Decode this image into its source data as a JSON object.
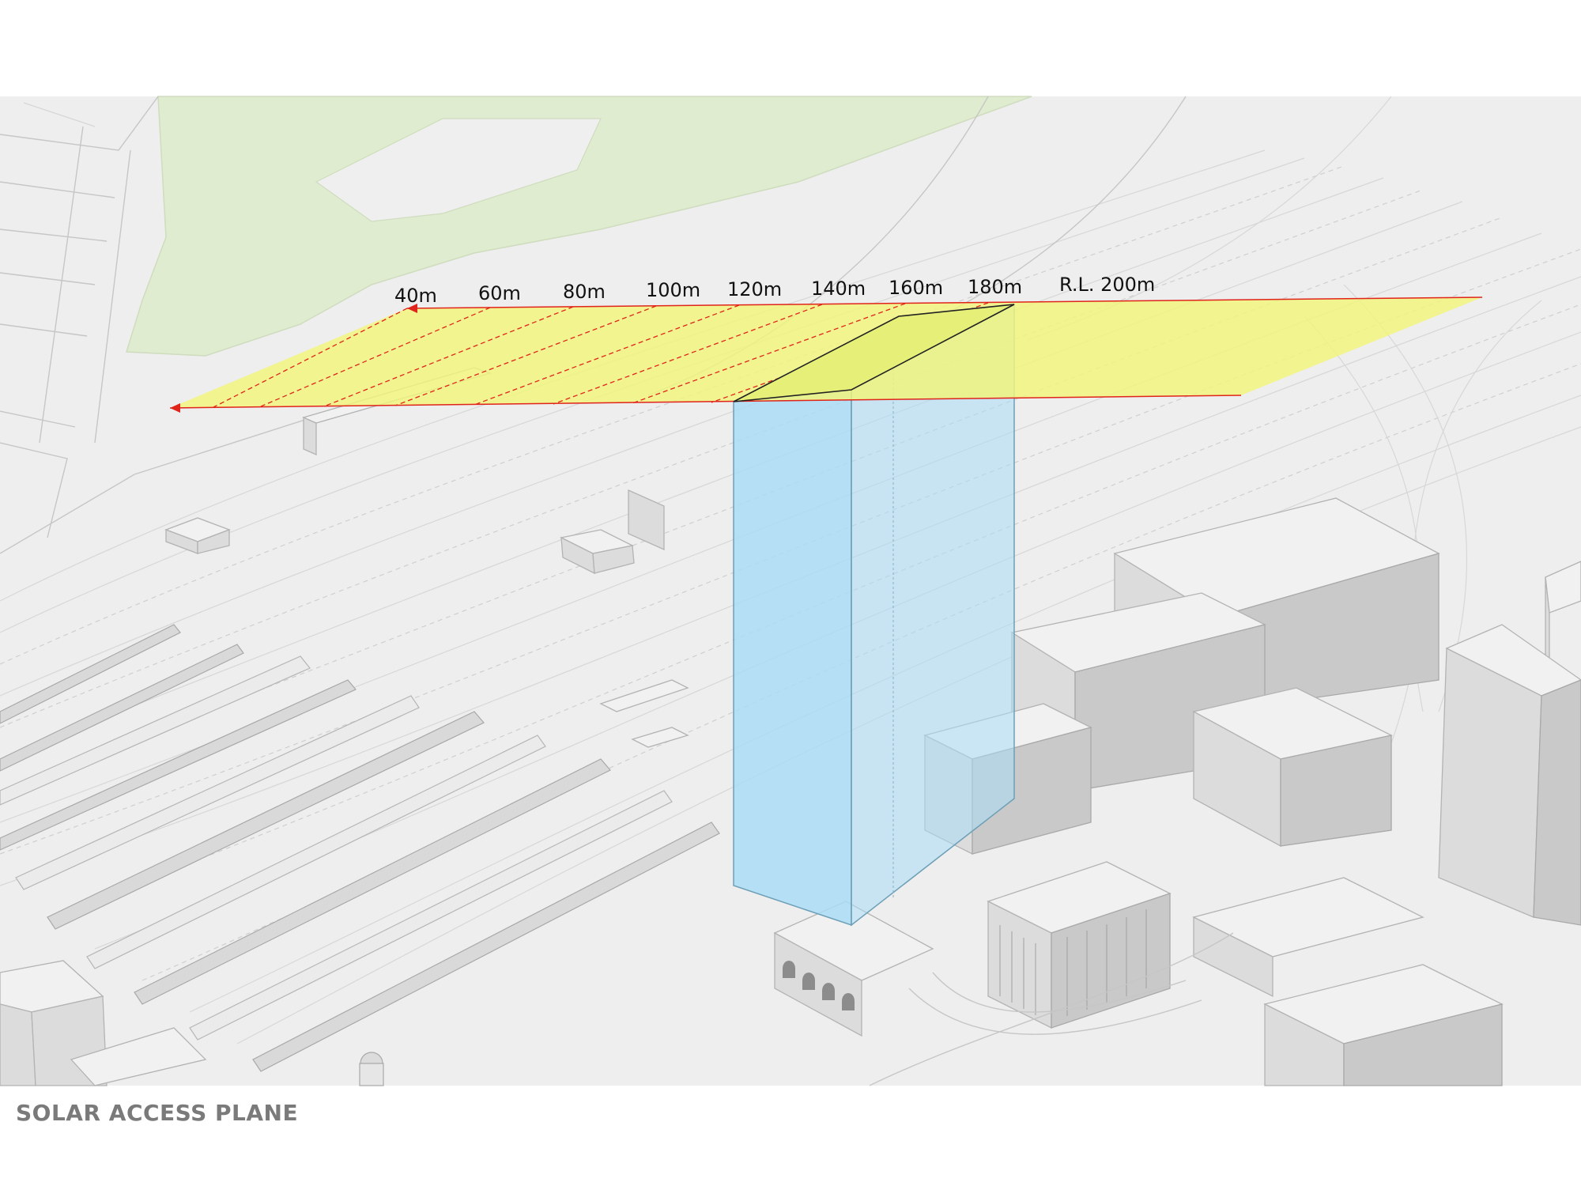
{
  "diagram": {
    "caption": "SOLAR ACCESS PLANE",
    "height_labels": [
      "40m",
      "60m",
      "80m",
      "100m",
      "120m",
      "140m",
      "160m",
      "180m",
      "R.L. 200m"
    ],
    "colors": {
      "solar_plane": "#f1f57a",
      "tower_volume": "#a9dcf5",
      "park": "#dfeccf",
      "ground": "#eeeeee",
      "plane_edge": "#e0241b"
    }
  }
}
